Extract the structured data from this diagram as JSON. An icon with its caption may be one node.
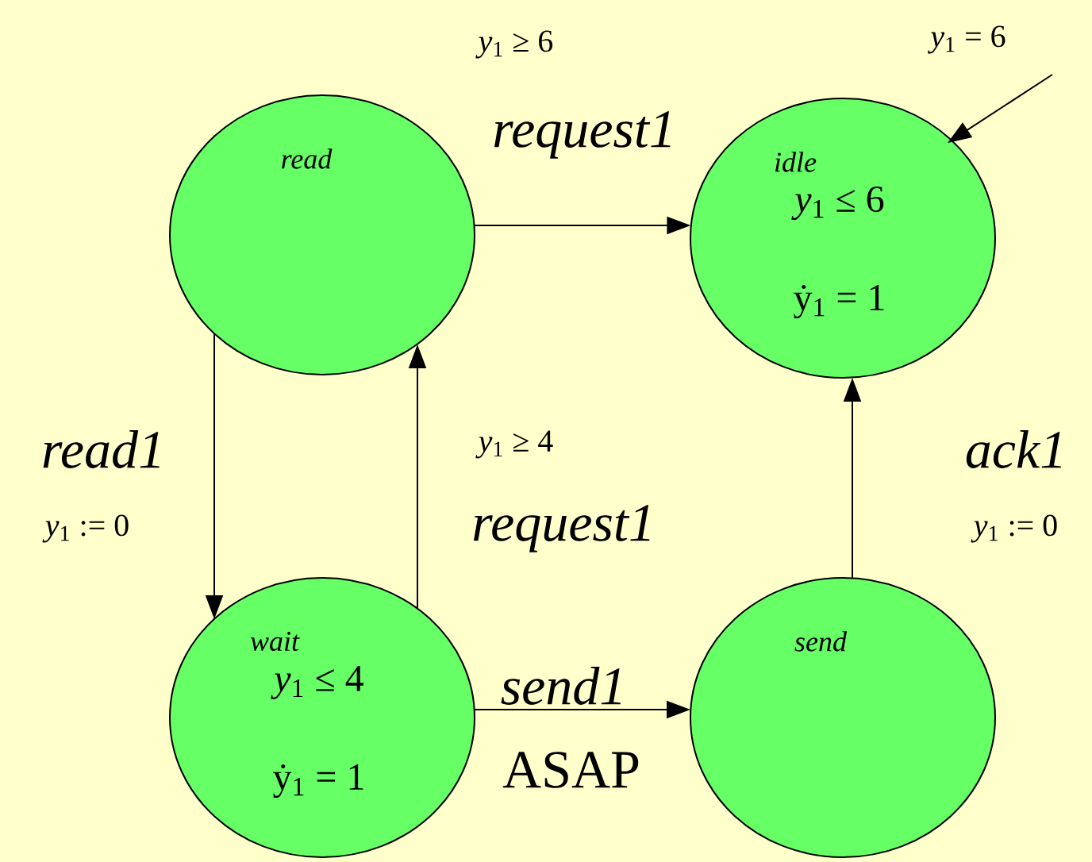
{
  "diagram": {
    "nodes": [
      {
        "text": [
          "read"
        ]
      },
      {
        "text": [
          "idle",
          "*y*$_{1}$ ≤ 6",
          "ẏ$_{1}$ = 1"
        ]
      },
      {
        "text": [
          "wait",
          "*y*$_{1}$ ≤ 4",
          "ẏ$_{1}$ = 1"
        ]
      },
      {
        "text": [
          "send"
        ]
      }
    ],
    "edges": [
      {
        "from": 0,
        "to": 1,
        "arrow": "to",
        "label": "request1"
      },
      {
        "from": 0,
        "to": 2,
        "arrow": "to",
        "label": "read1"
      },
      {
        "from": 2,
        "to": 0,
        "arrow": "to",
        "label": "request1"
      },
      {
        "from": 2,
        "to": 3,
        "arrow": "to",
        "label": "send1"
      },
      {
        "from": 3,
        "to": 1,
        "arrow": "to",
        "label": "ack1"
      },
      {
        "from": null,
        "to": 1,
        "arrow": "to",
        "label": "*y*$_{1}$ = 6"
      }
    ],
    "labels": [
      "*y*$_{1}$ ≥ 6",
      "*y*$_{1}$ ≥ 4",
      "*y*$_{1}$ := 0",
      "*y*$_{1}$ := 0",
      "ASAP"
    ]
  }
}
